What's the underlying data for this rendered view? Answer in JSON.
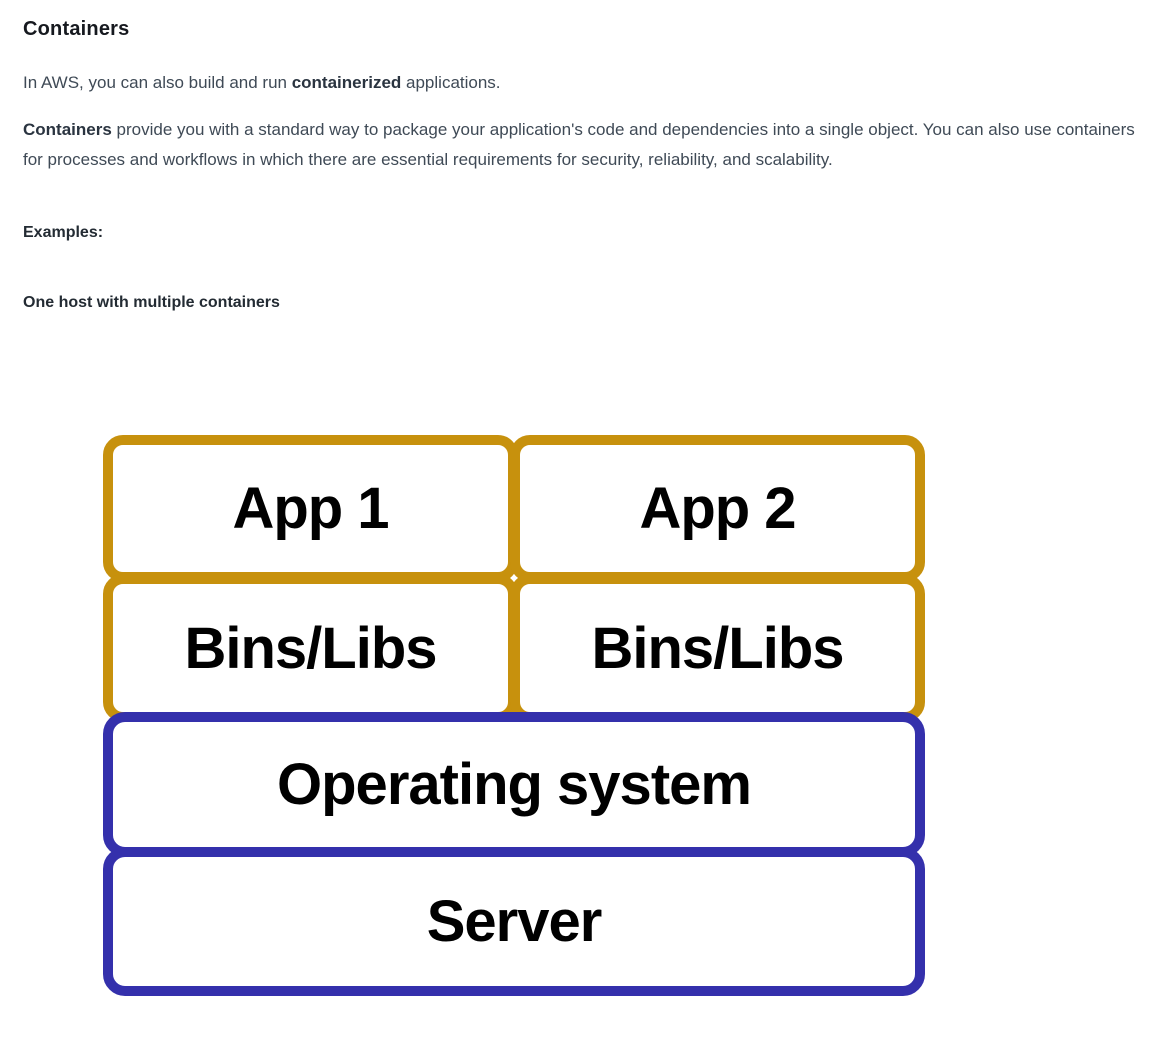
{
  "colors": {
    "gold": "#c7910d",
    "blue": "#3430ac",
    "heading": "#16191f",
    "body": "#3f4a56",
    "bold": "#2a3440",
    "subhead": "#232b33",
    "label": "#000000"
  },
  "doc": {
    "title": "Containers",
    "p1": {
      "pre": "In AWS, you can also build and run ",
      "bold": "containerized",
      "post": " applications."
    },
    "p2": {
      "bold": "Containers",
      "post": " provide you with a standard way to package your application's code and dependencies into a single object. You can also use containers for processes and workflows in which there are essential requirements for security, reliability, and scalability."
    },
    "examples_label": "Examples:",
    "diagram_caption": "One host with multiple containers"
  },
  "diagram": {
    "containers": [
      {
        "app": "App 1",
        "bins": "Bins/Libs"
      },
      {
        "app": "App 2",
        "bins": "Bins/Libs"
      }
    ],
    "os_label": "Operating system",
    "server_label": "Server"
  }
}
